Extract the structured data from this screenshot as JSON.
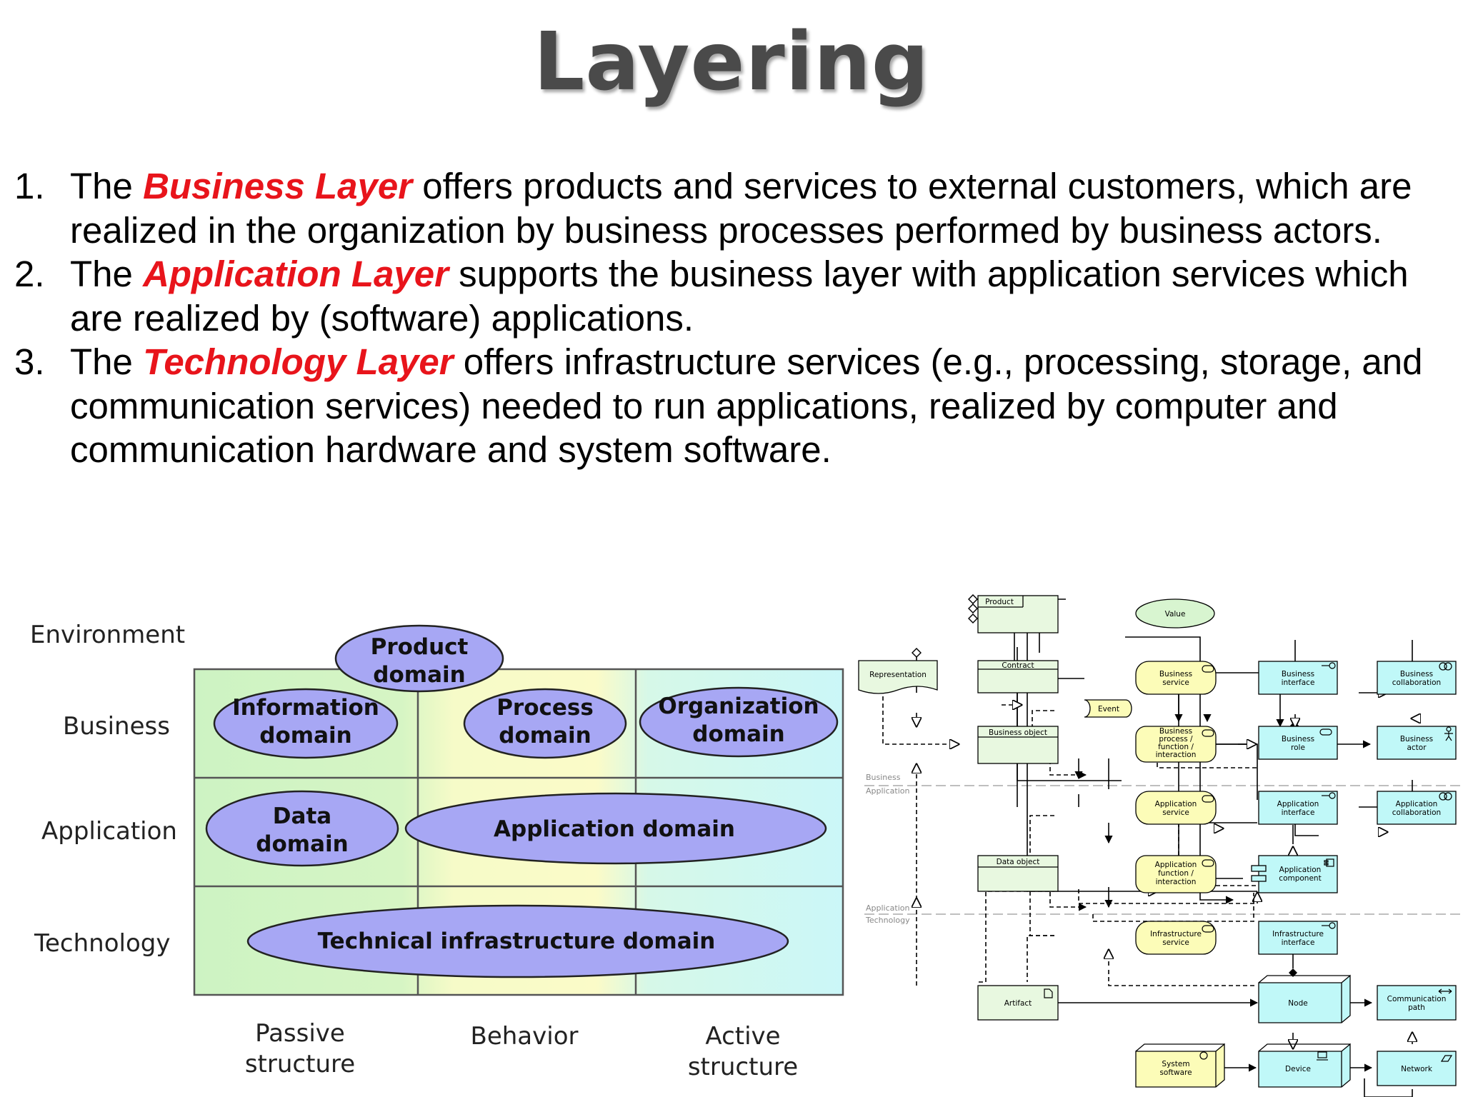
{
  "title": "Layering",
  "bullets": [
    {
      "num": "1.",
      "pre": "The ",
      "highlight": "Business Layer",
      "post": " offers products and services to external customers, which are realized in the organization by business processes performed by business actors."
    },
    {
      "num": "2.",
      "pre": "The ",
      "highlight": "Application Layer",
      "post": " supports the business layer with application services which are realized by (software) applications."
    },
    {
      "num": "3.",
      "pre": "The ",
      "highlight": "Technology Layer",
      "post": " offers infrastructure services (e.g., processing, storage, and communication services) needed to run applications, realized by computer and communication hardware and system software."
    }
  ],
  "layers_diagram": {
    "row_labels": {
      "environment": "Environment",
      "business": "Business",
      "application": "Application",
      "technology": "Technology"
    },
    "column_labels": {
      "passive": [
        "Passive",
        "structure"
      ],
      "behavior": [
        "Behavior"
      ],
      "active": [
        "Active",
        "structure"
      ]
    },
    "domains": {
      "product": [
        "Product",
        "domain"
      ],
      "information": [
        "Information",
        "domain"
      ],
      "process": [
        "Process",
        "domain"
      ],
      "organization": [
        "Organization",
        "domain"
      ],
      "data": [
        "Data",
        "domain"
      ],
      "application": [
        "Application domain"
      ],
      "technical": [
        "Technical infrastructure domain"
      ]
    },
    "colors": {
      "passive": "#cdf3c3",
      "behavior": "#fbfbc8",
      "active": "#cbf7f8",
      "domain_fill": "#a7a7f4"
    }
  },
  "archimate": {
    "layer_labels": {
      "business": "Business",
      "application_upper": "Application",
      "application_lower": "Application",
      "technology": "Technology"
    },
    "nodes": {
      "product": [
        "Product"
      ],
      "value": [
        "Value"
      ],
      "contract": [
        "Contract"
      ],
      "representation": [
        "Representation"
      ],
      "business_object": [
        "Business object"
      ],
      "event": [
        "Event"
      ],
      "business_service": [
        "Business",
        "service"
      ],
      "business_process": [
        "Business",
        "process /",
        "function /",
        "interaction"
      ],
      "business_interface": [
        "Business",
        "interface"
      ],
      "business_collaboration": [
        "Business",
        "collaboration"
      ],
      "business_role": [
        "Business",
        "role"
      ],
      "business_actor": [
        "Business",
        "actor"
      ],
      "application_service": [
        "Application",
        "service"
      ],
      "application_interface": [
        "Application",
        "interface"
      ],
      "application_collaboration": [
        "Application",
        "collaboration"
      ],
      "data_object": [
        "Data object"
      ],
      "application_function": [
        "Application",
        "function /",
        "interaction"
      ],
      "application_component": [
        "Application",
        "component"
      ],
      "infrastructure_service": [
        "Infrastructure",
        "service"
      ],
      "infrastructure_interface": [
        "Infrastructure",
        "interface"
      ],
      "artifact": [
        "Artifact"
      ],
      "node": [
        "Node"
      ],
      "communication_path": [
        "Communication",
        "path"
      ],
      "system_software": [
        "System",
        "software"
      ],
      "device": [
        "Device"
      ],
      "network": [
        "Network"
      ]
    },
    "colors": {
      "business": "#fcfcb8",
      "application": "#c0f8f8",
      "passive": "#e8f8e0",
      "value": "#d8f5d0"
    }
  }
}
